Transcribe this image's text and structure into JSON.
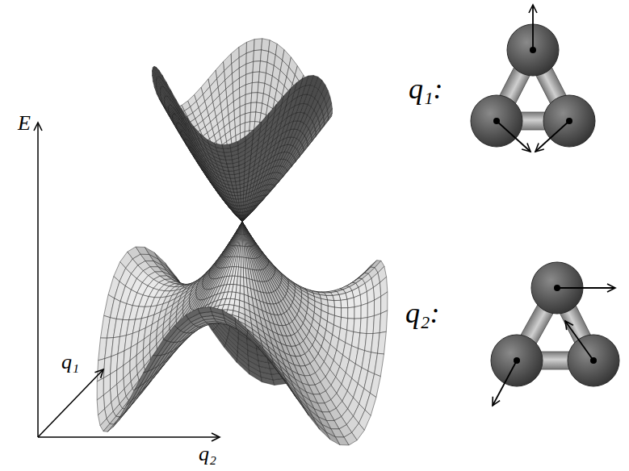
{
  "diagram": {
    "labels": [
      "q₁:",
      "q₂:",
      "E",
      "q₁",
      "q₂"
    ]
  }
}
